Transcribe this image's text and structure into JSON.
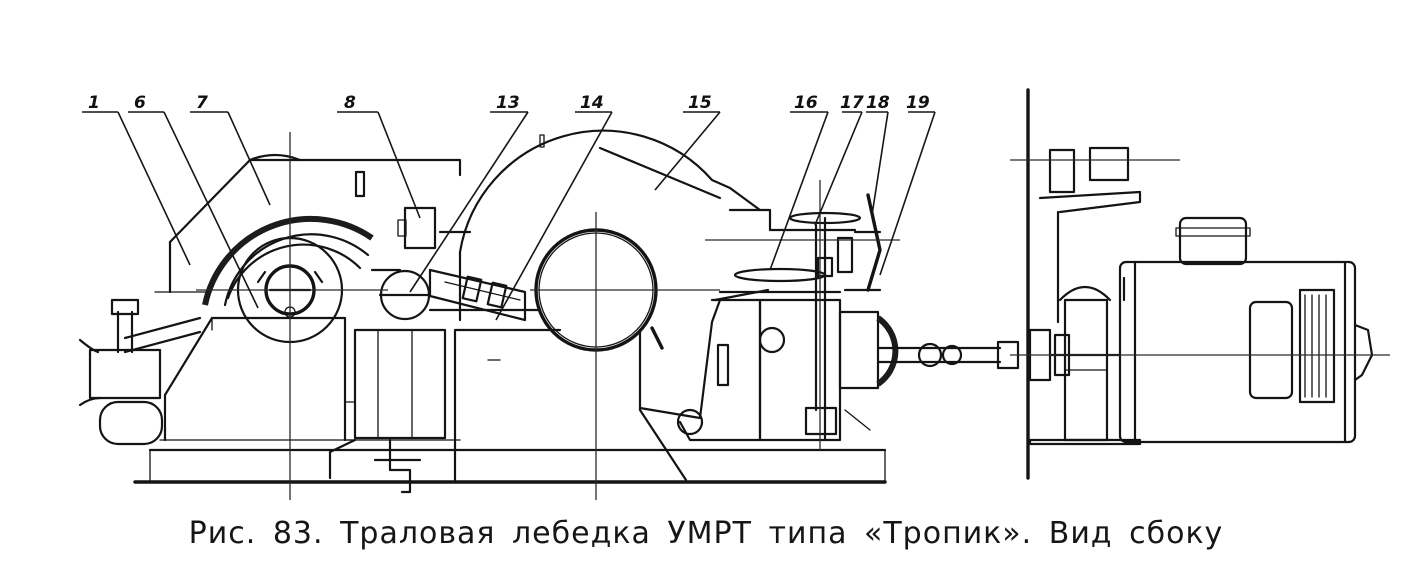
{
  "callouts": [
    "1",
    "6",
    "7",
    "8",
    "13",
    "14",
    "15",
    "16",
    "17",
    "18",
    "19"
  ],
  "caption": "Рис. 83. Траловая лебедка УМРТ типа «Тропик». Вид сбоку"
}
